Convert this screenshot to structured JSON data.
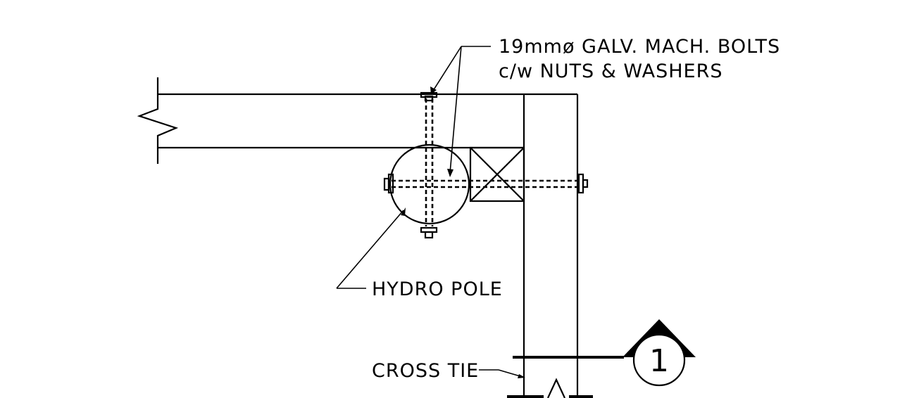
{
  "notes": {
    "bolts_line1": "19mmø GALV. MACH. BOLTS",
    "bolts_line2": "c/w NUTS & WASHERS",
    "hydro_pole": "HYDRO POLE",
    "cross_tie": "CROSS TIE"
  },
  "section_marker": {
    "number": "1"
  }
}
